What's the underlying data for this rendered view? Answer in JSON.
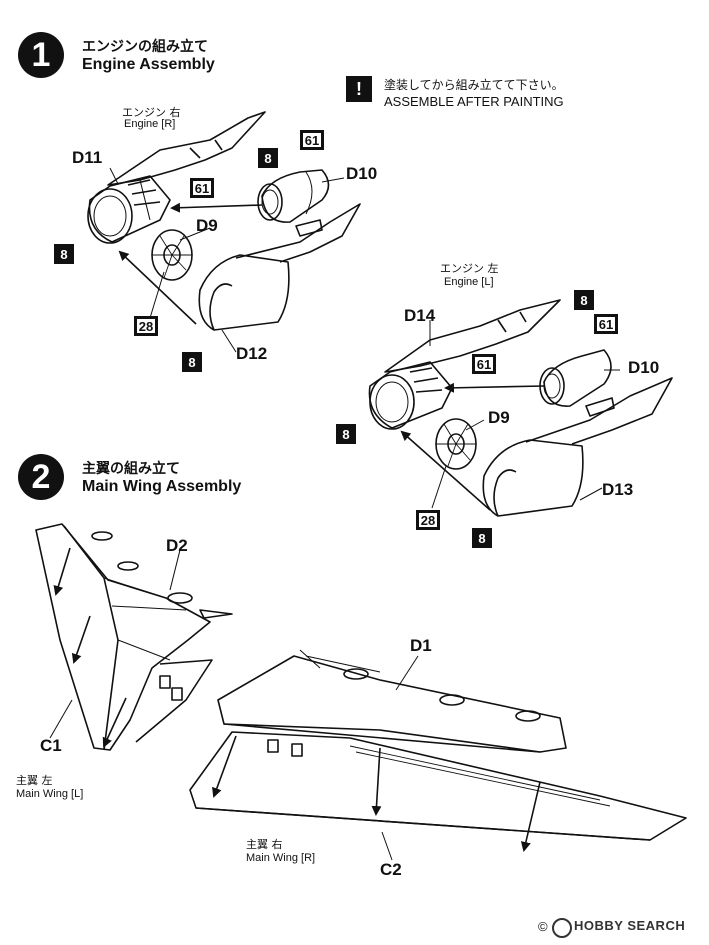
{
  "step1": {
    "number": "1",
    "title_jp": "エンジンの組み立て",
    "title_en": "Engine Assembly",
    "note_jp": "塗装してから組み立てて下さい。",
    "note_en": "ASSEMBLE AFTER PAINTING",
    "note_icon": "!",
    "engine_r": {
      "caption_jp": "エンジン 右",
      "caption_en": "Engine [R]",
      "parts": [
        "D11",
        "D10",
        "D9",
        "D12"
      ],
      "colors": [
        "8",
        "61",
        "8",
        "61",
        "8",
        "28",
        "8"
      ]
    },
    "engine_l": {
      "caption_jp": "エンジン 左",
      "caption_en": "Engine [L]",
      "parts": [
        "D14",
        "D10",
        "D9",
        "D13"
      ],
      "colors": [
        "8",
        "61",
        "61",
        "8",
        "28",
        "8"
      ]
    }
  },
  "step2": {
    "number": "2",
    "title_jp": "主翼の組み立て",
    "title_en": "Main Wing Assembly",
    "parts": [
      "D2",
      "C1",
      "D1",
      "C2"
    ],
    "wing_l": {
      "caption_jp": "主翼 左",
      "caption_en": "Main Wing [L]"
    },
    "wing_r": {
      "caption_jp": "主翼 右",
      "caption_en": "Main Wing [R]"
    }
  },
  "watermark": {
    "text": "HOBBY SEARCH",
    "copyright": "©"
  }
}
